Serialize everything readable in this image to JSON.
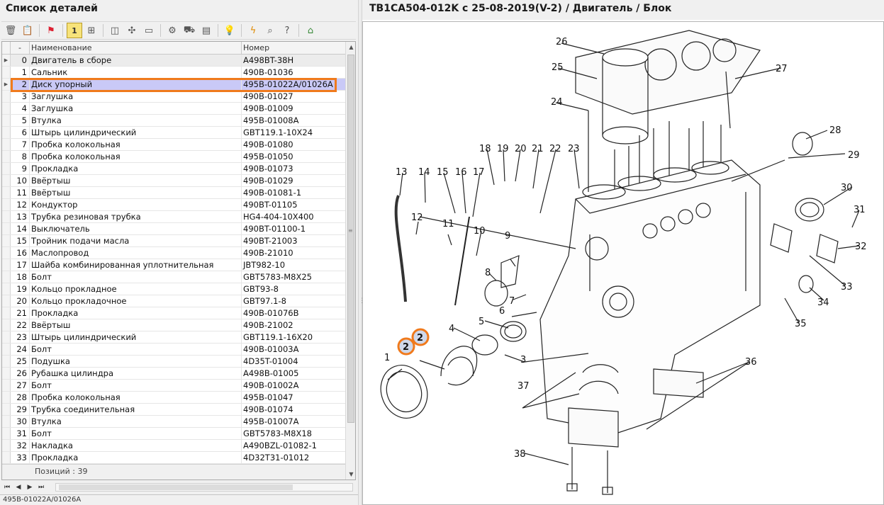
{
  "left_panel": {
    "title": "Список деталей",
    "columns": {
      "indicator": "-",
      "name": "Наименование",
      "code": "Номер"
    },
    "rows": [
      {
        "num": "0",
        "name": "Двигатель в сборе",
        "code": "A498BT-38H"
      },
      {
        "num": "1",
        "name": "Сальник",
        "code": "490B-01036"
      },
      {
        "num": "2",
        "name": "Диск упорный",
        "code": "495B-01022A/01026A"
      },
      {
        "num": "3",
        "name": "Заглушка",
        "code": "490B-01027"
      },
      {
        "num": "4",
        "name": "Заглушка",
        "code": "490B-01009"
      },
      {
        "num": "5",
        "name": "Втулка",
        "code": "495B-01008A"
      },
      {
        "num": "6",
        "name": "Штырь цилиндрический",
        "code": "GBT119.1-10X24"
      },
      {
        "num": "7",
        "name": "Пробка колокольная",
        "code": "490B-01080"
      },
      {
        "num": "8",
        "name": "Пробка колокольная",
        "code": "495B-01050"
      },
      {
        "num": "9",
        "name": "Прокладка",
        "code": "490B-01073"
      },
      {
        "num": "10",
        "name": "Ввёртыш",
        "code": "490B-01029"
      },
      {
        "num": "11",
        "name": "Ввёртыш",
        "code": "490B-01081-1"
      },
      {
        "num": "12",
        "name": "Кондуктор",
        "code": "490BT-01105"
      },
      {
        "num": "13",
        "name": "Трубка резиновая трубка",
        "code": "HG4-404-10X400"
      },
      {
        "num": "14",
        "name": "Выключатель",
        "code": "490BT-01100-1"
      },
      {
        "num": "15",
        "name": "Тройник подачи масла",
        "code": "490BT-21003"
      },
      {
        "num": "16",
        "name": "Маслопровод",
        "code": "490B-21010"
      },
      {
        "num": "17",
        "name": "Шайба комбинированная уплотнительная",
        "code": "JBT982-10"
      },
      {
        "num": "18",
        "name": "Болт",
        "code": "GBT5783-M8X25"
      },
      {
        "num": "19",
        "name": "Кольцо прокладное",
        "code": "GBT93-8"
      },
      {
        "num": "20",
        "name": "Кольцо прокладочное",
        "code": "GBT97.1-8"
      },
      {
        "num": "21",
        "name": "Прокладка",
        "code": "490B-01076B"
      },
      {
        "num": "22",
        "name": "Ввёртыш",
        "code": "490B-21002"
      },
      {
        "num": "23",
        "name": "Штырь цилиндрический",
        "code": "GBT119.1-16X20"
      },
      {
        "num": "24",
        "name": "Болт",
        "code": "490B-01003A"
      },
      {
        "num": "25",
        "name": "Подушка",
        "code": "4D35T-01004"
      },
      {
        "num": "26",
        "name": "Рубашка цилиндра",
        "code": "A498B-01005"
      },
      {
        "num": "27",
        "name": "Болт",
        "code": "490B-01002A"
      },
      {
        "num": "28",
        "name": "Пробка колокольная",
        "code": "495B-01047"
      },
      {
        "num": "29",
        "name": "Трубка соединительная",
        "code": "490B-01074"
      },
      {
        "num": "30",
        "name": "Втулка",
        "code": "495B-01007A"
      },
      {
        "num": "31",
        "name": "Болт",
        "code": "GBT5783-M8X18"
      },
      {
        "num": "32",
        "name": "Накладка",
        "code": "A490BZL-01082-1"
      },
      {
        "num": "33",
        "name": "Прокладка",
        "code": "4D32T31-01012"
      }
    ],
    "footer_label": "Позиций : 39",
    "status_value": "495B-01022A/01026A"
  },
  "right_panel": {
    "title": "TB1CA504-012K с 25-08-2019(V-2) / Двигатель / Блок",
    "callouts": [
      "1",
      "2",
      "2",
      "3",
      "4",
      "5",
      "6",
      "7",
      "8",
      "9",
      "10",
      "11",
      "12",
      "13",
      "14",
      "15",
      "16",
      "17",
      "18",
      "19",
      "20",
      "21",
      "22",
      "23",
      "24",
      "25",
      "26",
      "27",
      "28",
      "29",
      "30",
      "31",
      "32",
      "33",
      "34",
      "35",
      "36",
      "37",
      "38"
    ]
  },
  "colors": {
    "highlight": "#f07a1c",
    "selected_row": "#c9c9f7",
    "callout_circle": "#f07a1c"
  }
}
